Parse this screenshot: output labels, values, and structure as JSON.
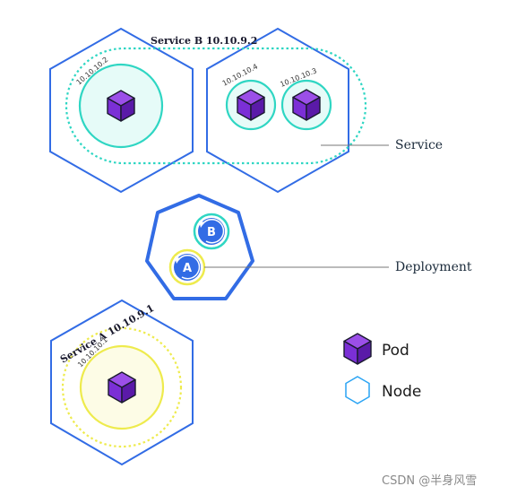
{
  "service_b": {
    "title": "Service B 10.10.9.2"
  },
  "service_a": {
    "title": "Service A  10.10.9.1"
  },
  "pods": {
    "b_left": {
      "ip": "10.10.10.2"
    },
    "b_mid": {
      "ip": "10.10.10.4"
    },
    "b_right": {
      "ip": "10.10.10.3"
    },
    "a": {
      "ip": "10.10.10.1"
    }
  },
  "deployment": {
    "badge_b": "B",
    "badge_a": "A"
  },
  "callouts": {
    "service": "Service",
    "deployment": "Deployment"
  },
  "legend": {
    "pod": "Pod",
    "node": "Node"
  },
  "watermark": "CSDN @半身风雪",
  "colors": {
    "node_border": "#326ce5",
    "service_b_accent": "#2fd6c3",
    "service_a_accent": "#eeeb4d",
    "pod_fill": "#7b2fd6",
    "badge_fill": "#326ce5"
  }
}
